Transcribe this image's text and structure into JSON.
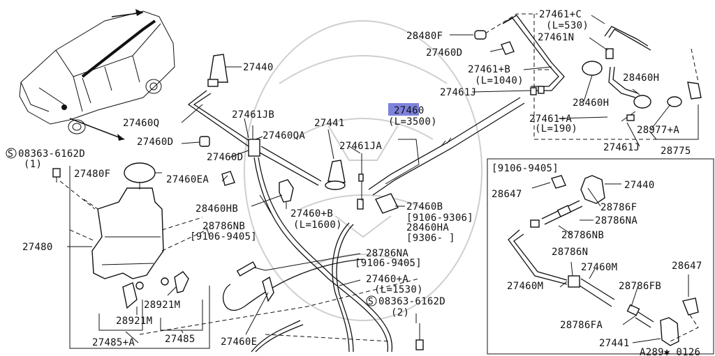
{
  "labels": {
    "p27461C": "27461+C",
    "p27461C_len": "(L=530)",
    "p28480F": "28480F",
    "p27461N": "27461N",
    "p27460D_top": "27460D",
    "p27461B": "27461+B",
    "p27461B_len": "(L=1040)",
    "p28460H_r": "28460H",
    "p27440_top": "27440",
    "p27461J_top": "27461J",
    "p28460H_l": "28460H",
    "p27460": "27460",
    "p27460_len": "(L=3500)",
    "p27461A": "27461+A",
    "p27461A_len": "(L=190)",
    "p27461JB": "27461JB",
    "p27441_top": "27441",
    "p28977A": "28977+A",
    "p27460Q": "27460Q",
    "p27460QA": "27460QA",
    "p27460D_mid": "27460D",
    "p27461JA": "27461JA",
    "p27461J_bot": "27461J",
    "p28775": "28775",
    "p27460D_b": "27460D",
    "bolt1_code": "08363-6162D",
    "bolt1_qty": "(1)",
    "p27480F": "27480F",
    "p27460EA": "27460EA",
    "p28460HB": "28460HB",
    "p27460B_hose": "27460+B",
    "p27460B_len": "(L=1600)",
    "p27460B": "27460B",
    "p27460B_range": "[9106-9306]",
    "p28460HA": "28460HA",
    "p28460HA_range": "[9306-      ]",
    "p28786NB": "28786NB",
    "p28786NB_range": "[9106-9405]",
    "p27480": "27480",
    "p28786NA": "28786NA",
    "p28786NA_range": "[9106-9405]",
    "p27460A": "27460+A",
    "p27460A_len": "(L=1530)",
    "bolt2_code": "08363-6162D",
    "bolt2_qty": "(2)",
    "p28921M_r": "28921M",
    "p28921M_l": "28921M",
    "p27460E": "27460E",
    "p27485A": "27485+A",
    "p27485": "27485",
    "inset_range": "[9106-9405]",
    "in_28647_top": "28647",
    "in_27440": "27440",
    "in_28786F": "28786F",
    "in_28786NA": "28786NA",
    "in_28786NB": "28786NB",
    "in_28786N": "28786N",
    "in_27460M_top": "27460M",
    "in_28647_r": "28647",
    "in_27460M_l": "27460M",
    "in_28786FB": "28786FB",
    "in_28786FA": "28786FA",
    "in_27441": "27441",
    "diagram_code": "A289✱ 0126",
    "bolt_symbol": "S"
  }
}
